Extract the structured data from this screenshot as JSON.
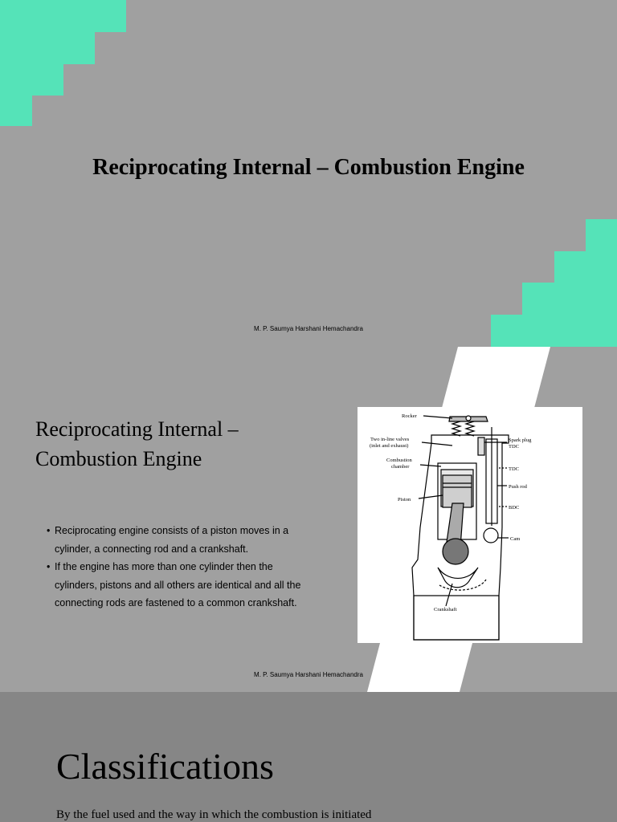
{
  "slide1": {
    "title": "Reciprocating Internal – Combustion Engine",
    "author": "M. P. Saumya Harshani Hemachandra"
  },
  "slide2": {
    "title_line1": "Reciprocating Internal –",
    "title_line2": "Combustion Engine",
    "bullets": [
      "Reciprocating engine consists of a piston moves in a cylinder, a connecting rod and a crankshaft.",
      "If the engine has more than one cylinder then the cylinders, pistons and all others are identical and all the connecting rods are fastened to a common crankshaft."
    ],
    "author": "M. P. Saumya Harshani Hemachandra",
    "diagram_labels": {
      "rocker": "Rocker",
      "valves_line1": "Two in-line valves",
      "valves_line2": "(inlet and exhaust)",
      "chamber_line1": "Combustion",
      "chamber_line2": "chamber",
      "piston": "Piston",
      "spark_plug": "Spark plug",
      "tdc_top": "TDC",
      "tdc": "TDC",
      "push_rod": "Push rod",
      "bdc": "BDC",
      "cam": "Cam",
      "crankshaft": "Crankshaft"
    }
  },
  "slide3": {
    "title": "Classifications",
    "subtitle": "By the fuel used and the way in which the combustion is initiated"
  },
  "colors": {
    "accent": "#55e3b8",
    "slide_background": "#a0a0a0",
    "slide3_background": "#868686",
    "stripe": "#ffffff"
  }
}
